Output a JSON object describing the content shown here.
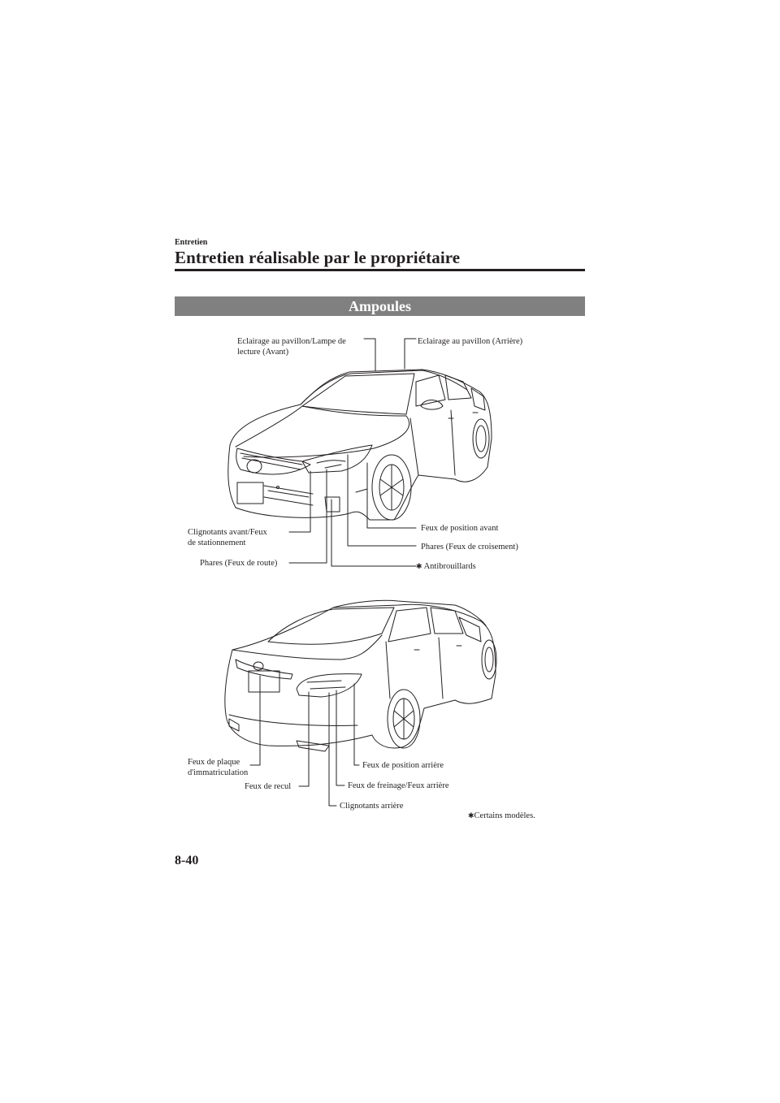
{
  "header": {
    "section": "Entretien",
    "title": "Entretien réalisable par le propriétaire"
  },
  "banner": "Ampoules",
  "front_labels": {
    "interior_front": "Eclairage au pavillon/Lampe de",
    "interior_front_2": "lecture (Avant)",
    "interior_rear": "Eclairage au pavillon (Arrière)",
    "turn_front": "Clignotants avant/Feux",
    "turn_front_2": "de stationnement",
    "position_front": "Feux de position avant",
    "low_beam": "Phares (Feux de croisement)",
    "high_beam": "Phares (Feux de route)",
    "fog": "Antibrouillards"
  },
  "rear_labels": {
    "plate": "Feux de plaque",
    "plate_2": "d'immatriculation",
    "position_rear": "Feux de position arrière",
    "reverse": "Feux de recul",
    "brake_tail": "Feux de freinage/Feux arrière",
    "turn_rear": "Clignotants arrière"
  },
  "footnote": "Certains modèles.",
  "asterisk": "✱",
  "page_number": "8-40"
}
